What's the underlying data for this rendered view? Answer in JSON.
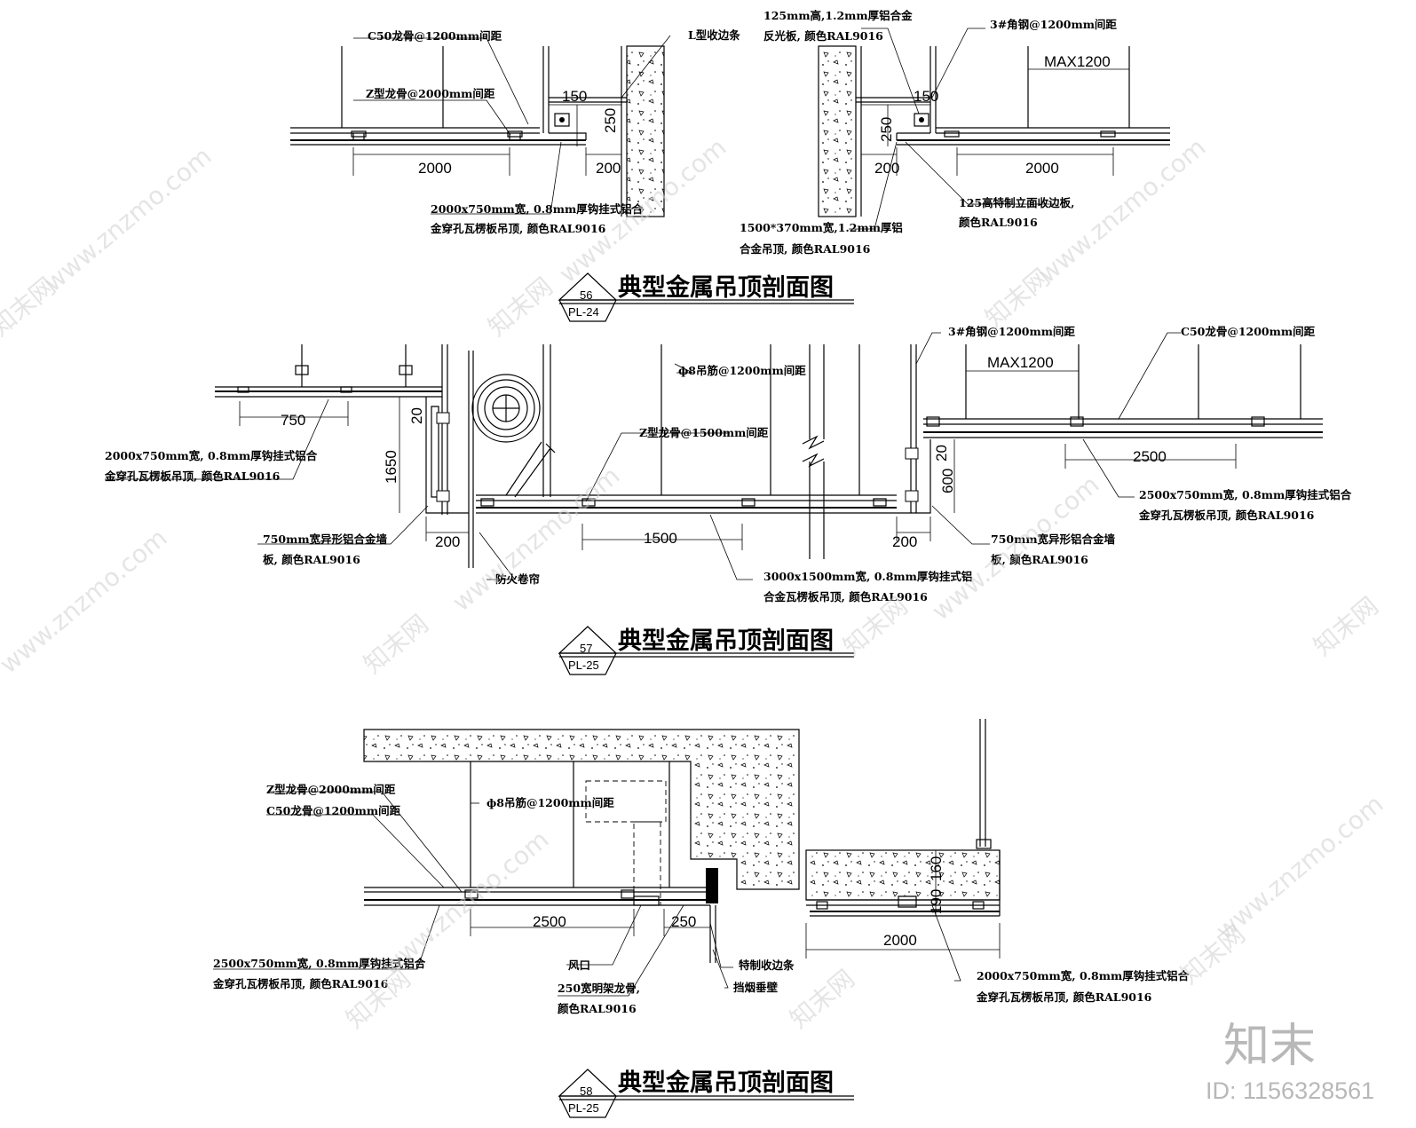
{
  "section_1": {
    "title": "典型金属吊顶剖面图",
    "tag_number": "56",
    "tag_ref": "PL-24",
    "notes": {
      "c50_keel": "C50龙骨@1200mm间距",
      "z_keel": "Z型龙骨@2000mm间距",
      "l_trim": "L型收边条",
      "reflector_1": "125mm高,1.2mm厚铝合金",
      "reflector_2": "反光板, 颜色RAL9016",
      "angle_steel": "3#角钢@1200mm间距",
      "panel_left_1": "2000x750mm宽, 0.8mm厚钩挂式铝合",
      "panel_left_2": "金穿孔瓦楞板吊顶, 颜色RAL9016",
      "panel_mid_1": "1500*370mm宽,1.2mm厚铝",
      "panel_mid_2": "合金吊顶, 颜色RAL9016",
      "trim_right_1": "125高特制立面收边板,",
      "trim_right_2": "颜色RAL9016"
    },
    "dims": {
      "d150_left": "150",
      "d250_left": "250",
      "d2000_left": "2000",
      "d200_left": "200",
      "d150_right": "150",
      "d250_right": "250",
      "d200_right": "200",
      "d2000_right": "2000",
      "max1200": "MAX1200"
    }
  },
  "section_2": {
    "title": "典型金属吊顶剖面图",
    "tag_number": "57",
    "tag_ref": "PL-25",
    "notes": {
      "angle_steel": "3#角钢@1200mm间距",
      "c50_keel": "C50龙骨@1200mm间距",
      "rod": "ф8吊筋@1200mm间距",
      "z_keel": "Z型龙骨@1500mm间距",
      "panel_left_1": "2000x750mm宽, 0.8mm厚钩挂式铝合",
      "panel_left_2": "金穿孔瓦楞板吊顶, 颜色RAL9016",
      "wall_left_1": "750mm宽异形铝合金墙",
      "wall_left_2": "板, 颜色RAL9016",
      "fire_curtain": "防火卷帘",
      "panel_mid_1": "3000x1500mm宽, 0.8mm厚钩挂式铝",
      "panel_mid_2": "合金瓦楞板吊顶, 颜色RAL9016",
      "panel_right_1": "2500x750mm宽, 0.8mm厚钩挂式铝合",
      "panel_right_2": "金穿孔瓦楞板吊顶, 颜色RAL9016",
      "wall_right_1": "750mm宽异形铝合金墙",
      "wall_right_2": "板, 颜色RAL9016"
    },
    "dims": {
      "d750": "750",
      "d20_left": "20",
      "d1650": "1650",
      "d200_left": "200",
      "d1500": "1500",
      "d200_right": "200",
      "d600": "600",
      "d20_right": "20",
      "d2500": "2500",
      "max1200": "MAX1200"
    }
  },
  "section_3": {
    "title": "典型金属吊顶剖面图",
    "tag_number": "58",
    "tag_ref": "PL-25",
    "notes": {
      "z_keel": "Z型龙骨@2000mm间距",
      "c50_keel": "C50龙骨@1200mm间距",
      "rod": "ф8吊筋@1200mm间距",
      "panel_left_1": "2500x750mm宽, 0.8mm厚钩挂式铝合",
      "panel_left_2": "金穿孔瓦楞板吊顶, 颜色RAL9016",
      "vent": "风口",
      "frame_keel_1": "250宽明架龙骨,",
      "frame_keel_2": "颜色RAL9016",
      "special_trim": "特制收边条",
      "smoke_wall": "挡烟垂壁",
      "panel_right_1": "2000x750mm宽, 0.8mm厚钩挂式铝合",
      "panel_right_2": "金穿孔瓦楞板吊顶, 颜色RAL9016"
    },
    "dims": {
      "d2500": "2500",
      "d250": "250",
      "d160": "160",
      "d190": "190",
      "d2000": "2000"
    }
  },
  "watermark": {
    "site": "www.znzmo.com",
    "brand": "知末网",
    "logo": "知末",
    "id_text": "ID: 1156328561"
  }
}
